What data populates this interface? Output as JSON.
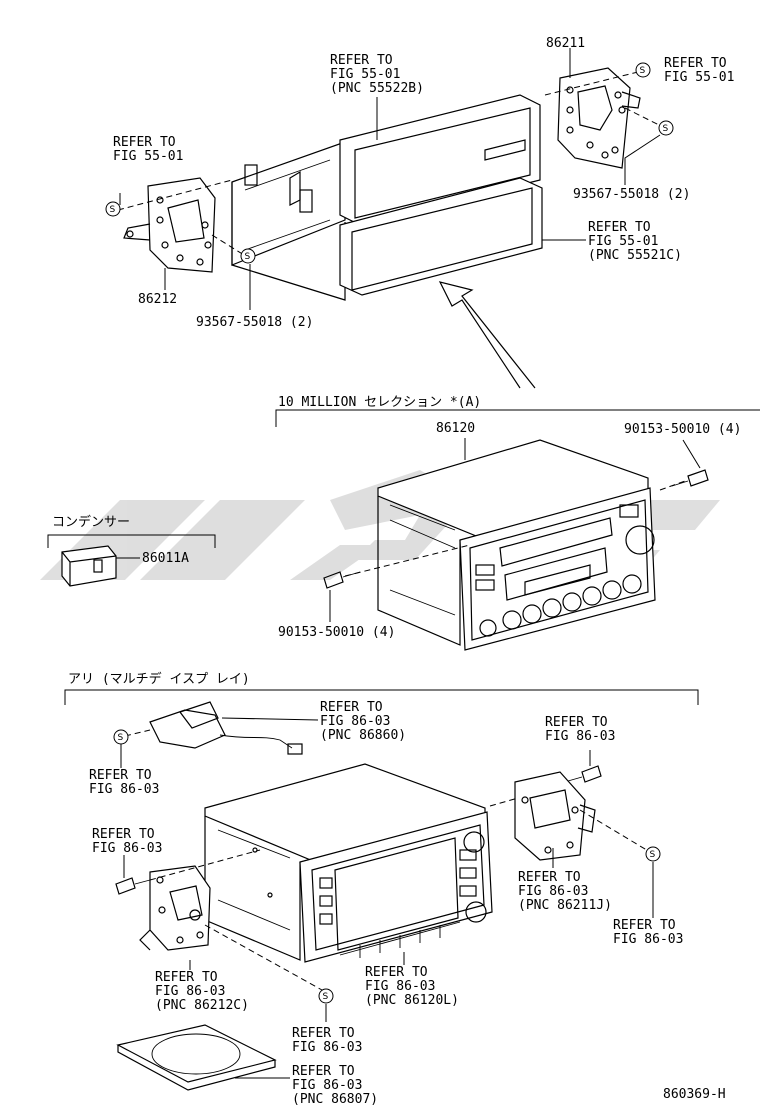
{
  "labels": {
    "refer_55522b_l1": "REFER TO",
    "refer_55522b_l2": "FIG 55-01",
    "refer_55522b_l3": "(PNC 55522B)",
    "part_86211": "86211",
    "refer_tr_l1": "REFER TO",
    "refer_tr_l2": "FIG 55-01",
    "refer_tl_l1": "REFER TO",
    "refer_tl_l2": "FIG 55-01",
    "screw_r_top": "93567-55018 (2)",
    "refer_55521c_l1": "REFER TO",
    "refer_55521c_l2": "FIG 55-01",
    "refer_55521c_l3": "(PNC 55521C)",
    "part_86212": "86212",
    "screw_l_top": "93567-55018 (2)",
    "section_a": "10 MILLION セレクション *(A)",
    "part_86120": "86120",
    "bolt_r": "90153-50010 (4)",
    "section_condenser": "コンデンサー",
    "part_86011a": "86011A",
    "bolt_l": "90153-50010 (4)",
    "section_multi": "アリ (マルチデ イスプ レイ)",
    "refer_86860_l1": "REFER TO",
    "refer_86860_l2": "FIG 86-03",
    "refer_86860_l3": "(PNC 86860)",
    "refer_b1_l1": "REFER TO",
    "refer_b1_l2": "FIG 86-03",
    "refer_b2_l1": "REFER TO",
    "refer_b2_l2": "FIG 86-03",
    "refer_b3_l1": "REFER TO",
    "refer_b3_l2": "FIG 86-03",
    "refer_86211j_l1": "REFER TO",
    "refer_86211j_l2": "FIG 86-03",
    "refer_86211j_l3": "(PNC 86211J)",
    "refer_b4_l1": "REFER TO",
    "refer_b4_l2": "FIG 86-03",
    "refer_86212c_l1": "REFER TO",
    "refer_86212c_l2": "FIG 86-03",
    "refer_86212c_l3": "(PNC 86212C)",
    "refer_86120l_l1": "REFER TO",
    "refer_86120l_l2": "FIG 86-03",
    "refer_86120l_l3": "(PNC 86120L)",
    "refer_b5_l1": "REFER TO",
    "refer_b5_l2": "FIG 86-03",
    "refer_86807_l1": "REFER TO",
    "refer_86807_l2": "FIG 86-03",
    "refer_86807_l3": "(PNC 86807)",
    "diagram_number": "860369-H"
  },
  "symbols": {
    "screw_mark": "S"
  }
}
